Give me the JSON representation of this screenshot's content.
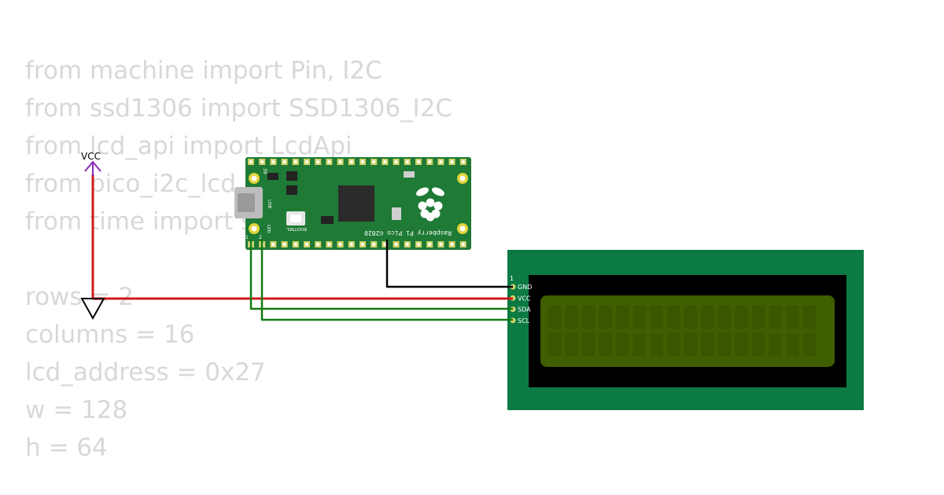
{
  "code_lines": [
    "from machine import Pin, I2C",
    "from ssd1306 import SSD1306_I2C",
    "from lcd_api import LcdApi",
    "from pico_i2c_lcd import I2cLcd",
    "from time import sleep",
    "",
    "rows = 2",
    "columns = 16",
    "lcd_address = 0x27",
    "w = 128",
    "h = 64"
  ],
  "power": {
    "vcc_label": "VCC"
  },
  "pico": {
    "silk_text": "Raspberry Pi Pico ©2020",
    "bootsel_label": "BOOTSEL",
    "usb_label": "USB",
    "led_label": "LED",
    "pin1_label": "1",
    "pin2_label": "2",
    "pin39_label": "39",
    "icon": "raspberry-logo-icon"
  },
  "lcd": {
    "pin1_marker": "1",
    "pins": [
      "GND",
      "VCC",
      "SDA",
      "SCL"
    ],
    "cols": 16,
    "rows": 2
  },
  "colors": {
    "board_green": "#0b7a43",
    "pico_green": "#1e7a35",
    "lcd_screen": "#3f5e00",
    "wire_power": "#d01a1a",
    "wire_gnd": "#000000",
    "wire_i2c": "#127a12",
    "vcc_symbol": "#8a2bb5"
  }
}
